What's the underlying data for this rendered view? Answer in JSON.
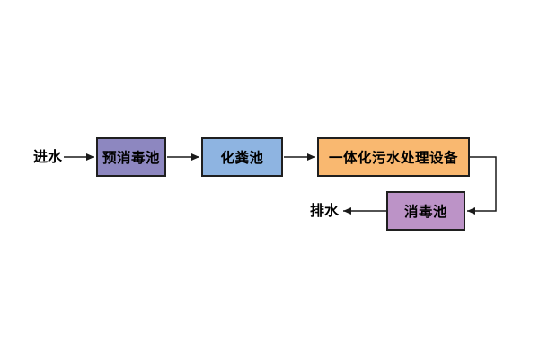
{
  "diagram": {
    "type": "flowchart",
    "labels": {
      "inlet": "进水",
      "outlet": "排水"
    },
    "nodes": [
      {
        "id": "pre-disinfection-tank",
        "label": "预消毒池",
        "fill": "#8D87C0"
      },
      {
        "id": "septic-tank",
        "label": "化粪池",
        "fill": "#8EB4E1"
      },
      {
        "id": "integrated-sewage-treatment-equipment",
        "label": "一体化污水处理设备",
        "fill": "#F9B870"
      },
      {
        "id": "disinfection-tank",
        "label": "消毒池",
        "fill": "#BC93C7"
      }
    ],
    "edges": [
      {
        "from": "进水",
        "to": "预消毒池"
      },
      {
        "from": "预消毒池",
        "to": "化粪池"
      },
      {
        "from": "化粪池",
        "to": "一体化污水处理设备"
      },
      {
        "from": "一体化污水处理设备",
        "to": "消毒池"
      },
      {
        "from": "消毒池",
        "to": "排水"
      }
    ],
    "colors": {
      "background": "#ffffff",
      "node_border": "#1f1f1f",
      "arrow": "#1a1a1a",
      "text": "#000000"
    }
  }
}
